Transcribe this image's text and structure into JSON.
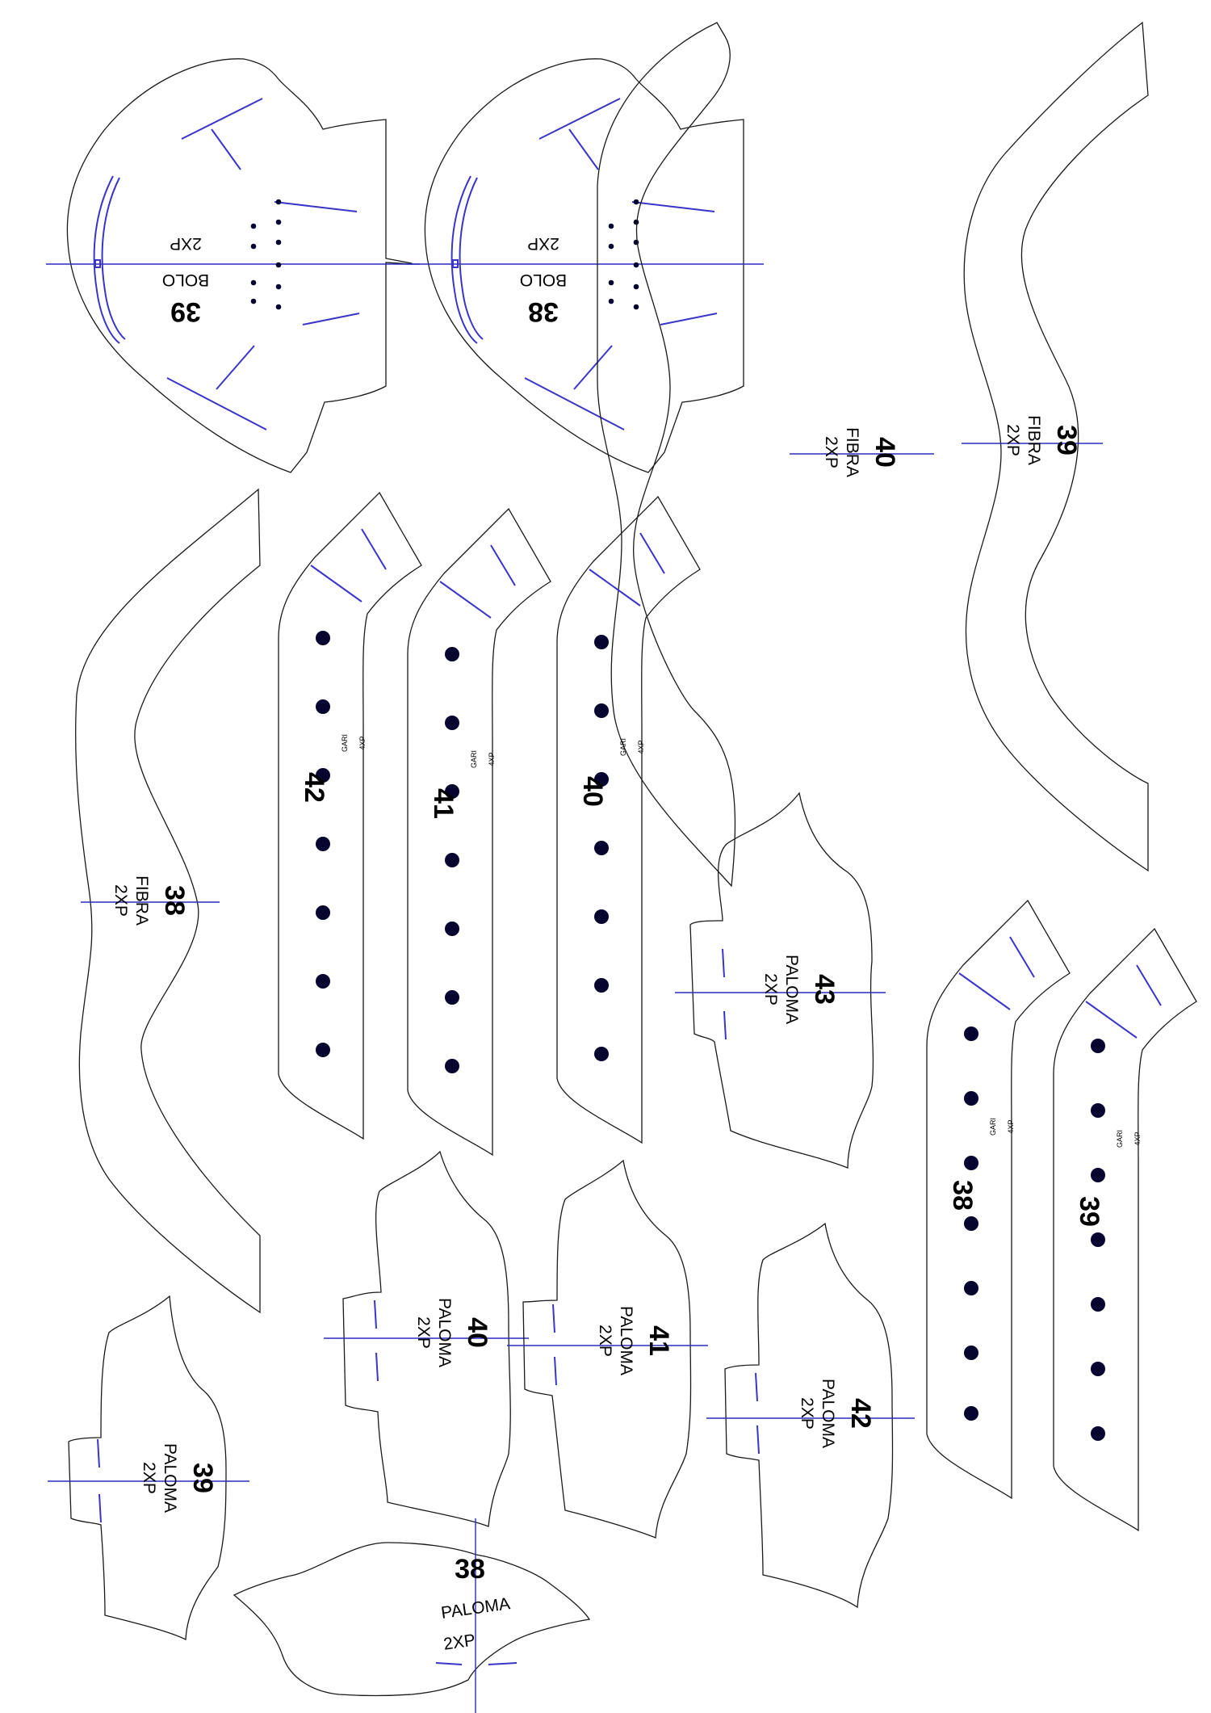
{
  "sheet": {
    "pieces": [
      {
        "id": "bolo-39",
        "size": "39",
        "name": "BOLO",
        "qty": "2XP"
      },
      {
        "id": "bolo-38",
        "size": "38",
        "name": "BOLO",
        "qty": "2XP"
      },
      {
        "id": "fibra-40",
        "size": "40",
        "name": "FIBRA",
        "qty": "2XP"
      },
      {
        "id": "fibra-39",
        "size": "39",
        "name": "FIBRA",
        "qty": "2XP"
      },
      {
        "id": "fibra-38",
        "size": "38",
        "name": "FIBRA",
        "qty": "2XP"
      },
      {
        "id": "gari-42",
        "size": "42",
        "name": "GARI",
        "qty": "4XP"
      },
      {
        "id": "gari-41",
        "size": "41",
        "name": "GARI",
        "qty": "4XP"
      },
      {
        "id": "gari-40",
        "size": "40",
        "name": "GARI",
        "qty": "4XP"
      },
      {
        "id": "gari-38",
        "size": "38",
        "name": "GARI",
        "qty": "4XP"
      },
      {
        "id": "gari-39",
        "size": "39",
        "name": "GARI",
        "qty": "4XP"
      },
      {
        "id": "paloma-43",
        "size": "43",
        "name": "PALOMA",
        "qty": "2XP"
      },
      {
        "id": "paloma-40",
        "size": "40",
        "name": "PALOMA",
        "qty": "2XP"
      },
      {
        "id": "paloma-41",
        "size": "41",
        "name": "PALOMA",
        "qty": "2XP"
      },
      {
        "id": "paloma-42",
        "size": "42",
        "name": "PALOMA",
        "qty": "2XP"
      },
      {
        "id": "paloma-39",
        "size": "39",
        "name": "PALOMA",
        "qty": "2XP"
      },
      {
        "id": "paloma-38",
        "size": "38",
        "name": "PALOMA",
        "qty": "2XP"
      }
    ]
  },
  "colors": {
    "outline": "#1a1a1a",
    "slot": "#3b34c9",
    "axis": "#2b2bbd",
    "hole": "#050530"
  }
}
